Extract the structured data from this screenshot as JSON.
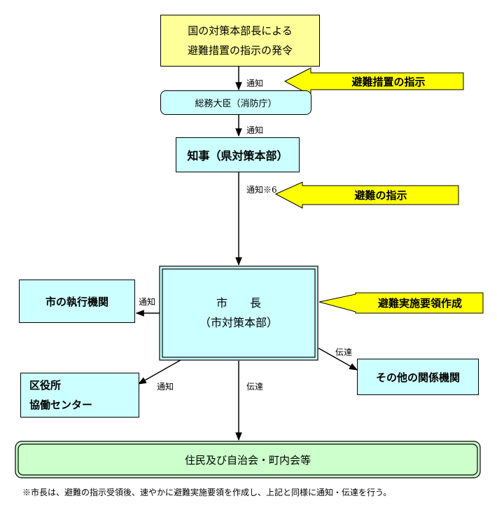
{
  "order_box": {
    "line1": "国の対策本部長による",
    "line2": "避難措置の指示の発令"
  },
  "callout_evac_measures": "避難措置の指示",
  "callout_evac_order": "避難の指示",
  "callout_manual": "避難実施要領作成",
  "pm_box": "総務大臣（消防庁）",
  "governor_box": "知事（県対策本部）",
  "mayor_box": {
    "line1": "市　　長",
    "line2": "（市対策本部）"
  },
  "exec_box": "市の執行機関",
  "ward_box": {
    "line1": "区役所",
    "line2": "協働センター"
  },
  "other_box": "その他の関係機関",
  "residents_box": "住民及び自治会・町内会等",
  "labels": {
    "notify1": "通知",
    "notify2": "通知",
    "notify3": "通知※6",
    "notify_exec": "通知",
    "notify_ward": "通知",
    "transmit_res": "伝達",
    "transmit_other": "伝達"
  },
  "footnote": "※市長は、避難の指示受領後、速やかに避難実施要領を作成し、上記と同様に通知・伝達を行う。"
}
